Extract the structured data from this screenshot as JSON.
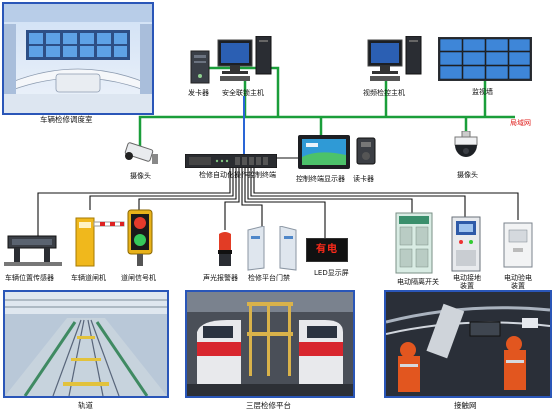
{
  "labels": {
    "control_room": "车辆检修调度室",
    "card_server": "发卡器",
    "security_host": "安全联锁主机",
    "video_host": "视频检控主机",
    "video_wall": "监视墙",
    "lan": "局域网",
    "camera_left": "摄像头",
    "camera_right": "摄像头",
    "auto_terminal": "检修自动化操作控制终端",
    "display_terminal": "控制终端显示器",
    "card_reader": "读卡器",
    "vehicle_sensor": "车辆位置传感器",
    "barrier": "车辆道闸机",
    "signal": "道闸信号机",
    "alarm": "声光报警器",
    "platform_door": "检修平台门禁",
    "led_screen": "LED显示屏",
    "isolator": "电动隔离开关",
    "grounding": "电动接地装置",
    "test_device": "电动验电装置",
    "track": "轨道",
    "platform": "三层检修平台",
    "catenary": "接触网",
    "led_text": "有电"
  },
  "colors": {
    "lan_green": "#1a9e3a",
    "ctrl_blue": "#2a66d6",
    "wire_black": "#111111",
    "lan_label_red": "#e0201e",
    "frame_blue": "#2a56b8"
  }
}
